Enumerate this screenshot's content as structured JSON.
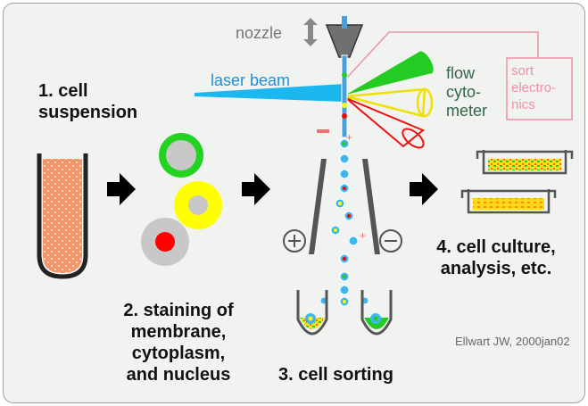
{
  "labels": {
    "nozzle": "nozzle",
    "laser_beam": "laser beam",
    "flow_cytometer": [
      "flow",
      "cyto-",
      "meter"
    ],
    "sort_electronics": [
      "sort",
      "electro-",
      "nics"
    ],
    "step1": [
      "1. cell",
      "suspension"
    ],
    "step2": [
      "2. staining of",
      "membrane,",
      "cytoplasm,",
      "and nucleus"
    ],
    "step3": "3. cell sorting",
    "step4": [
      "4. cell culture,",
      "analysis, etc."
    ],
    "credit": "Ellwart JW, 2000jan02",
    "plus": "+",
    "minus": "−"
  },
  "colors": {
    "suspension": "#f4956a",
    "membrane": "#22d322",
    "cytoplasm": "#ffff00",
    "nucleus": "#ff0000",
    "cell_body": "#c8c8c8",
    "laser": "#1ab8ee",
    "flow_cytometer_text": "#336644",
    "sort_electronics": "#f090a8",
    "minus_plate": "#f07070"
  },
  "icons": {
    "nozzle_arrow": "up-down-arrow-icon",
    "step_arrows": "right-arrow-icon"
  }
}
